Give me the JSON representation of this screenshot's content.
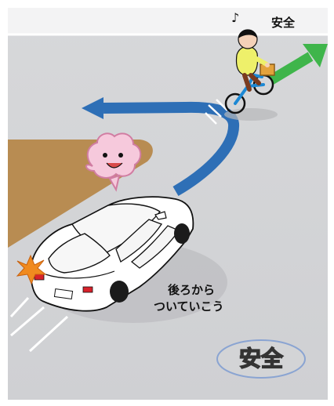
{
  "labels": {
    "top_safety": "安全",
    "follow_line1": "後ろから",
    "follow_line2": "ついていこう",
    "badge_safety": "安全"
  },
  "colors": {
    "road": "#d3d4d6",
    "ground": "#b88c52",
    "blue_arrow": "#2e6fb6",
    "green_arrow": "#3fb54b",
    "car": "#ffffff",
    "brake_light": "#f08a1f",
    "badge_border": "#8aa4d2"
  },
  "icons": {
    "cyclist": "child-on-bicycle",
    "car": "white-sedan",
    "happy_cloud": "smiling-cloud",
    "music_note": "music-note-icon"
  }
}
